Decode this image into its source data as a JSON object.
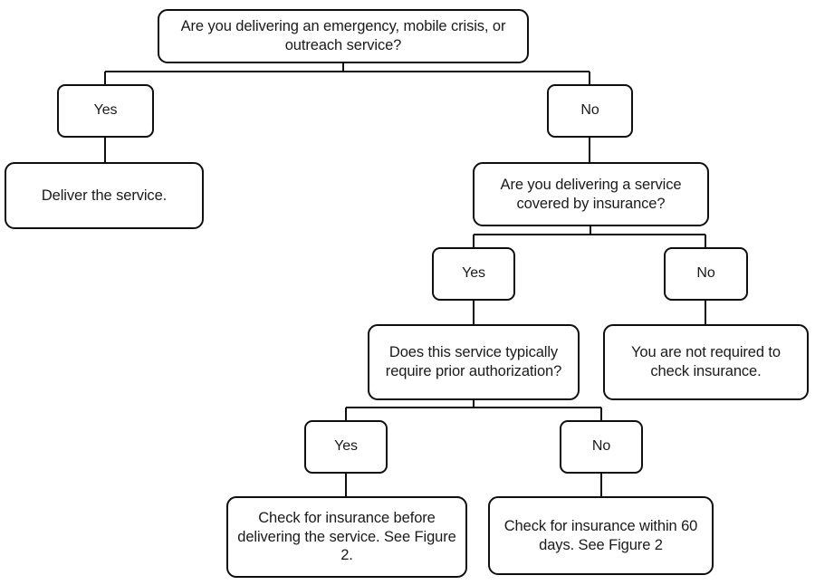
{
  "diagram": {
    "title": "Insurance check decision tree",
    "line_color": "#0f0f0f",
    "text_color": "#1a1a1a",
    "background": "#ffffff",
    "nodes": {
      "root_question": "Are you delivering an emergency, mobile crisis, or outreach service?",
      "root_yes": "Yes",
      "root_no": "No",
      "deliver_service": "Deliver the service.",
      "insurance_question": "Are you delivering a service covered by insurance?",
      "insurance_yes": "Yes",
      "insurance_no": "No",
      "not_required": "You are not required to check insurance.",
      "prior_auth_question": "Does this service typically require prior authorization?",
      "prior_auth_yes": "Yes",
      "prior_auth_no": "No",
      "check_before": "Check for insurance before delivering the service. See Figure 2.",
      "check_within_60": "Check for insurance within 60 days. See Figure 2"
    }
  }
}
